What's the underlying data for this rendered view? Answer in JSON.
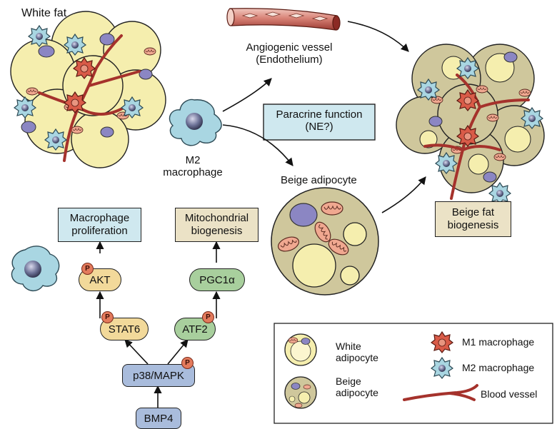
{
  "labels": {
    "white_fat": "White fat",
    "vessel_line1": "Angiogenic vessel",
    "vessel_line2": "(Endothelium)",
    "m2_line1": "M2",
    "m2_line2": "macrophage",
    "paracrine_line1": "Paracrine function",
    "paracrine_line2": "(NE?)",
    "beige_adipocyte": "Beige adipocyte",
    "beige_fat_line1": "Beige fat",
    "beige_fat_line2": "biogenesis",
    "macro_prolif_line1": "Macrophage",
    "macro_prolif_line2": "proliferation",
    "mito_line1": "Mitochondrial",
    "mito_line2": "biogenesis"
  },
  "pathway": {
    "akt": "AKT",
    "stat6": "STAT6",
    "atf2": "ATF2",
    "pgc1a": "PGC1α",
    "p38": "p38/MAPK",
    "bmp4": "BMP4",
    "phospho": "P"
  },
  "legend": {
    "white_line1": "White",
    "white_line2": "adipocyte",
    "beige_line1": "Beige",
    "beige_line2": "adipocyte",
    "m1": "M1 macrophage",
    "m2": "M2 macrophage",
    "vessel": "Blood vessel"
  },
  "colors": {
    "white_adipocyte": "#f5eeae",
    "beige_adipocyte": "#cfc79c",
    "m2_macrophage": "#a9d6e2",
    "m1_macrophage": "#d95b48",
    "nucleus": "#8b86c3",
    "blood_vessel": "#a5322c",
    "blue_box": "#cfe8ef",
    "tan_box": "#ebe2c6",
    "akt_stat6": "#f2d99a",
    "atf2_pgc1a": "#a8cf9d",
    "p38_bmp4": "#a9bcdc"
  }
}
